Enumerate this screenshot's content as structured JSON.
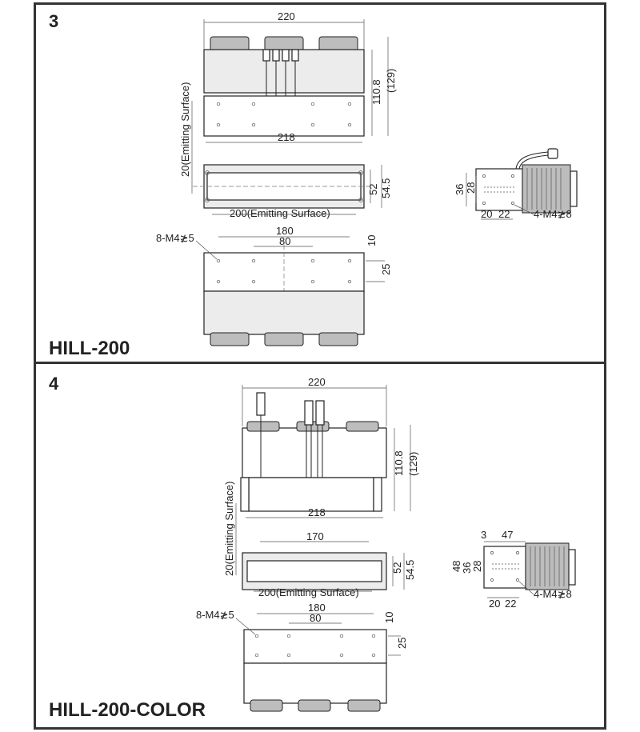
{
  "panels": [
    {
      "number": "3",
      "model": "HILL-200",
      "dims": {
        "top_width": "220",
        "bottom_width": "218",
        "side_height": "110.8",
        "overall_height": "(129)",
        "emit_surface_v": "20(Emitting Surface)",
        "emit_surface_h": "200(Emitting Surface)",
        "depth_a": "52",
        "depth_b": "54.5",
        "hole_spec": "8-M4≵5",
        "hole_span_outer": "180",
        "hole_span_inner": "80",
        "hole_offset_top": "10",
        "hole_pitch_v": "25",
        "side_h1": "36",
        "side_h2": "28",
        "side_w1": "20",
        "side_w2": "22",
        "side_holes": "4-M4≵8"
      }
    },
    {
      "number": "4",
      "model": "HILL-200-COLOR",
      "dims": {
        "top_width": "220",
        "bottom_width": "218",
        "side_height": "110.8",
        "overall_height": "(129)",
        "emit_surface_v": "20(Emitting Surface)",
        "emit_surface_h": "200(Emitting Surface)",
        "window_width": "170",
        "depth_a": "52",
        "depth_b": "54.5",
        "hole_spec": "8-M4≵5",
        "hole_span_outer": "180",
        "hole_span_inner": "80",
        "hole_offset_top": "10",
        "hole_pitch_v": "25",
        "side_top_a": "3",
        "side_top_b": "47",
        "side_h0": "48",
        "side_h1": "36",
        "side_h2": "28",
        "side_w1": "20",
        "side_w2": "22",
        "side_holes": "4-M4≵8"
      }
    }
  ]
}
